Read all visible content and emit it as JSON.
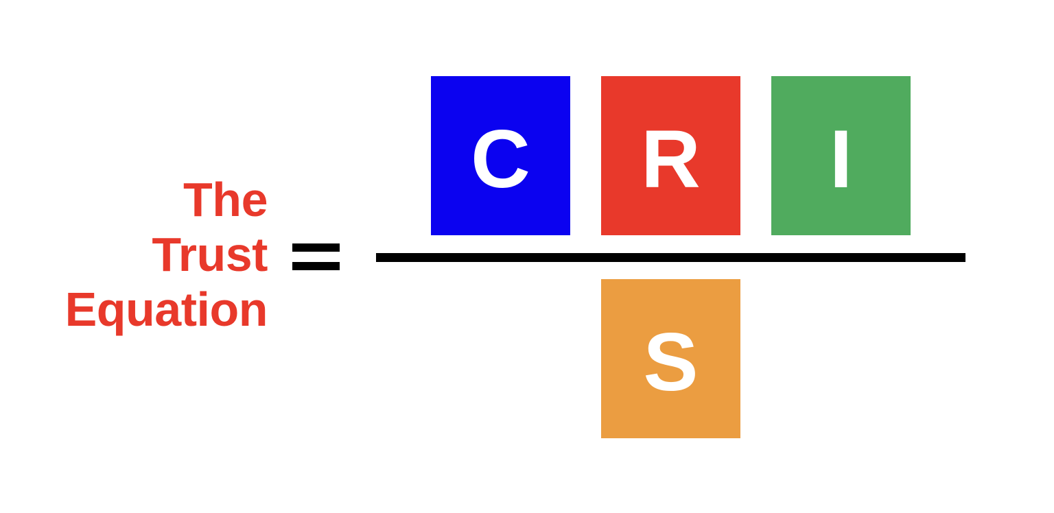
{
  "colors": {
    "background": "#ffffff",
    "title_red": "#e8392b",
    "black": "#000000",
    "letter_white": "#ffffff",
    "tile_blue": "#0b02f0",
    "tile_red": "#e8392b",
    "tile_green": "#50ab5e",
    "tile_orange": "#eb9d41"
  },
  "title": {
    "lines": [
      "The",
      "Trust",
      "Equation"
    ]
  },
  "equation": {
    "equals": "=",
    "numerator": [
      {
        "letter": "C",
        "color": "#0b02f0"
      },
      {
        "letter": "R",
        "color": "#e8392b"
      },
      {
        "letter": "I",
        "color": "#50ab5e"
      }
    ],
    "denominator": [
      {
        "letter": "S",
        "color": "#eb9d41"
      }
    ]
  }
}
